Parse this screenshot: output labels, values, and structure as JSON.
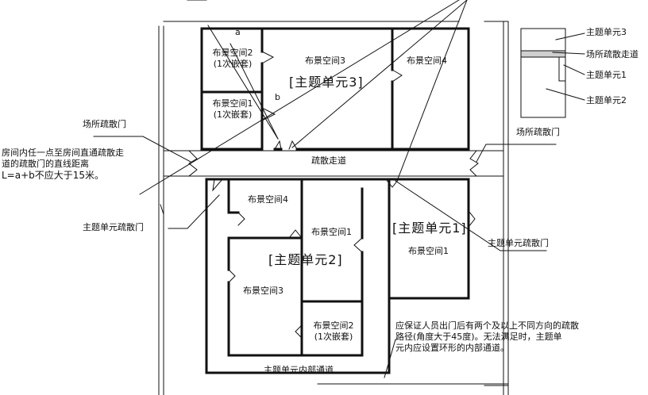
{
  "rooms": {
    "scene_space_2_top": "布景空间2",
    "scene_space_2_top_sub": "(1次嵌套)",
    "scene_space_1_top": "布景空间1",
    "scene_space_1_top_sub": "(1次嵌套)",
    "scene_space_3_top": "布景空间3",
    "scene_space_4_top": "布景空间4",
    "scene_space_4_bottom": "布景空间4",
    "scene_space_1_mid": "布景空间1",
    "scene_space_3_bottom": "布景空间3",
    "scene_space_2_bottom": "布景空间2",
    "scene_space_2_bottom_sub": "(1次嵌套)",
    "scene_space_1_right": "布景空间1"
  },
  "units": {
    "unit3": "[主题单元3]",
    "unit2": "[主题单元2]",
    "unit1": "[主题单元1]"
  },
  "markers": {
    "a": "a",
    "b": "b"
  },
  "corridor": {
    "evac_corridor": "疏散走道",
    "internal_passage": "主题单元内部通道"
  },
  "callouts": {
    "venue_exit_left": "场所疏散门",
    "venue_exit_right": "场所疏散门",
    "distance_rule": [
      "房间内任一点至房间直通疏散走",
      "道的疏散门的直线距离",
      "L=a+b不应大于15米。"
    ],
    "unit_exit_left": "主题单元疏散门",
    "unit_exit_right": "主题单元疏散门",
    "requirement": [
      "应保证人员出门后有两个及以上不同方向的疏散",
      "路径(角度大于45度)。无法满足时，主题单",
      "元内应设置环形的内部通道。"
    ]
  },
  "legend": {
    "unit3": "主题单元3",
    "venue_corridor": "场所疏散走道",
    "unit1": "主题单元1",
    "unit2": "主题单元2"
  }
}
